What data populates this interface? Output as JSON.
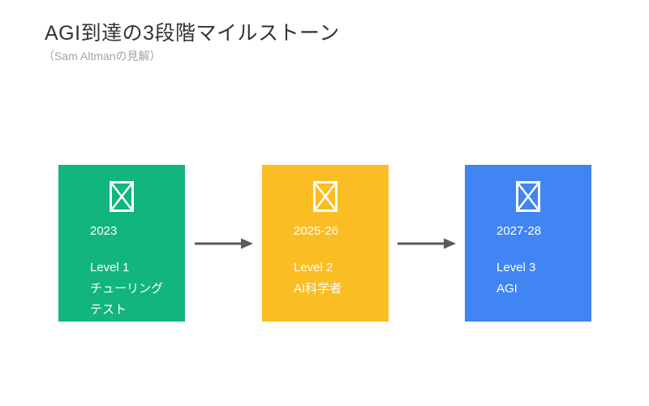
{
  "header": {
    "title": "AGI到達の3段階マイルストーン",
    "subtitle": "（Sam Altmanの見解）"
  },
  "colors": {
    "title_text": "#333333",
    "subtitle_text": "#a3a3a3",
    "card_text": "#ffffff",
    "arrow": "#595959"
  },
  "stages": [
    {
      "color": "#12b47f",
      "icon": "missing-glyph-icon",
      "year": "2023",
      "level": "Level 1",
      "desc": [
        "チューリング",
        "テスト"
      ]
    },
    {
      "color": "#fabd23",
      "icon": "missing-glyph-icon",
      "year": "2025-26",
      "level": "Level 2",
      "desc": [
        "AI科学者"
      ]
    },
    {
      "color": "#4184f3",
      "icon": "missing-glyph-icon",
      "year": "2027-28",
      "level": "Level 3",
      "desc": [
        "AGI"
      ]
    }
  ]
}
